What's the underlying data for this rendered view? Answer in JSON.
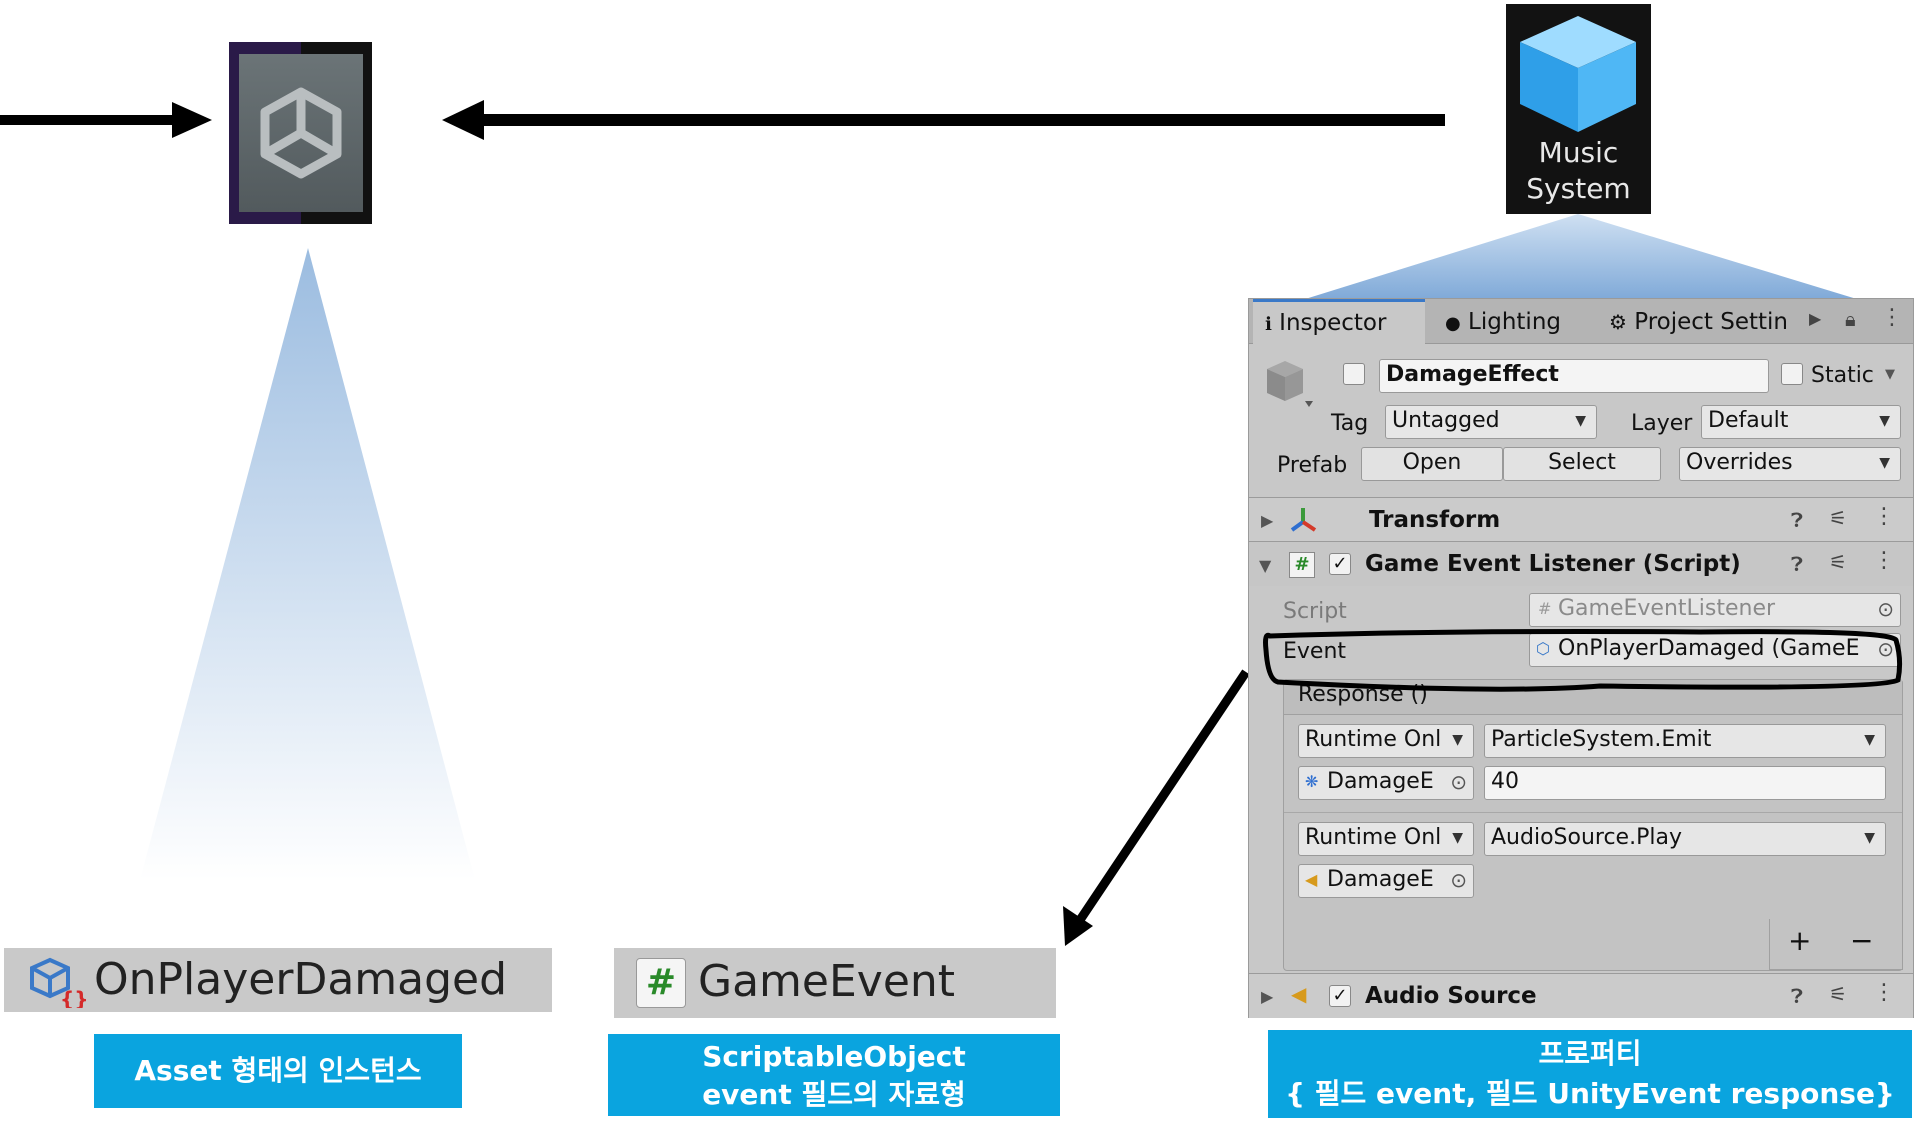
{
  "music_icon": {
    "label_line1": "Music",
    "label_line2": "System"
  },
  "inspector": {
    "tabs": [
      "Inspector",
      "Lighting",
      "Project Settin"
    ],
    "object_name": "DamageEffect",
    "static_label": "Static",
    "tag_label": "Tag",
    "tag_value": "Untagged",
    "layer_label": "Layer",
    "layer_value": "Default",
    "prefab_label": "Prefab",
    "open_label": "Open",
    "select_label": "Select",
    "overrides_label": "Overrides",
    "transform_title": "Transform",
    "listener_title": "Game Event Listener (Script)",
    "script_label": "Script",
    "script_value": "GameEventListener",
    "event_label": "Event",
    "event_value": "OnPlayerDamaged (GameE",
    "response_label": "Response ()",
    "entries": [
      {
        "mode": "Runtime Onl",
        "function": "ParticleSystem.Emit",
        "target": "DamageE",
        "arg": "40"
      },
      {
        "mode": "Runtime Onl",
        "function": "AudioSource.Play",
        "target": "DamageE"
      }
    ],
    "plus": "+",
    "minus": "−",
    "audio_title": "Audio Source"
  },
  "assets": {
    "instance_name": "OnPlayerDamaged",
    "type_name": "GameEvent",
    "type_glyph": "#"
  },
  "captions": {
    "instance": "Asset 형태의 인스턴스",
    "type_line1": "ScriptableObject",
    "type_line2": "event 필드의 자료형",
    "property_line1": "프로퍼티",
    "property_line2": "{ 필드 event, 필드 UnityEvent response}"
  },
  "colors": {
    "caption_bg": "#0aa4df",
    "accent": "#3a79c8",
    "panel_bg": "#c8c8c8"
  }
}
